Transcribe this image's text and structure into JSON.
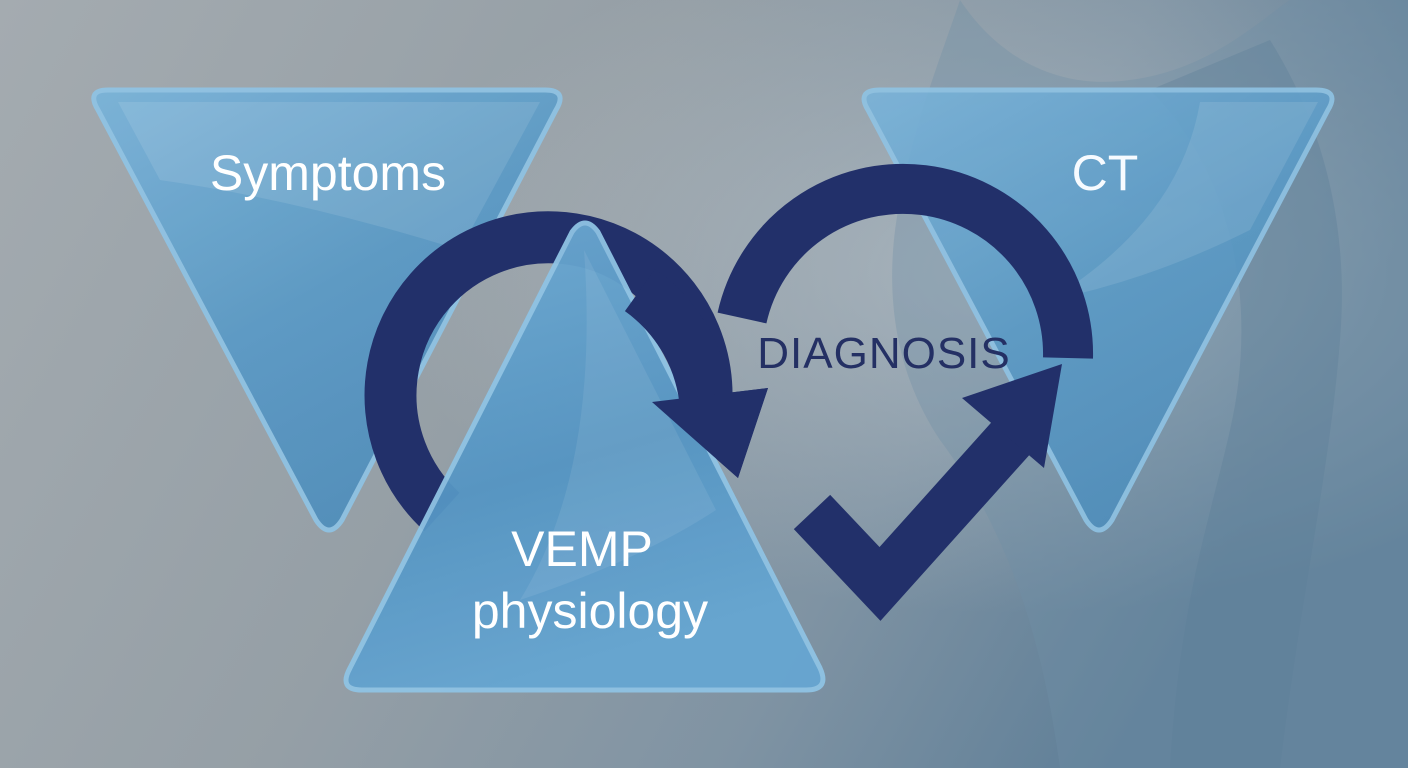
{
  "nodes": {
    "symptoms": "Symptoms",
    "ct": "CT",
    "vemp_line1": "VEMP",
    "vemp_line2": "physiology"
  },
  "center": {
    "label": "DIAGNOSIS"
  },
  "colors": {
    "triangle_fill": "#5f9fca",
    "triangle_edge": "#8cc0e2",
    "arrow": "#22306a",
    "label_text": "#ffffff",
    "center_text": "#243064"
  }
}
